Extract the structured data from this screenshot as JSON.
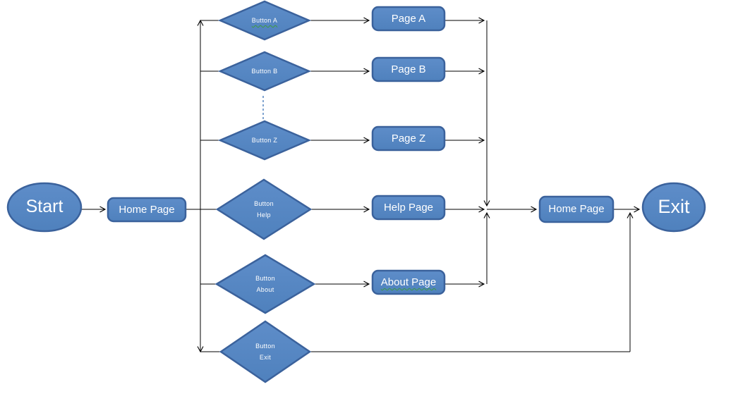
{
  "colors": {
    "shape_fill": "#4F81BD",
    "shape_fill_light": "#5E8DC9",
    "shape_border": "#3B629C",
    "connector": "#000000",
    "ellipsis_connector": "#4A7EBB",
    "spellcheck": "#3F9B3F",
    "shape_text": "#FFFFFF",
    "background": "#FFFFFF"
  },
  "diagram": {
    "nodes": {
      "start": {
        "label": "Start",
        "type": "terminator-ellipse"
      },
      "home_page_left": {
        "label": "Home Page",
        "type": "process-rounded-rect"
      },
      "button_a": {
        "label": "Button A",
        "type": "decision-diamond",
        "spellcheck_underline": true
      },
      "button_b": {
        "label": "Button B",
        "type": "decision-diamond"
      },
      "button_z": {
        "label": "Button Z",
        "type": "decision-diamond"
      },
      "button_help": {
        "label": "Button\nHelp",
        "type": "decision-diamond"
      },
      "button_about": {
        "label": "Button\nAbout",
        "type": "decision-diamond"
      },
      "button_exit": {
        "label": "Button\nExit",
        "type": "decision-diamond"
      },
      "page_a": {
        "label": "Page A",
        "type": "process-rounded-rect"
      },
      "page_b": {
        "label": "Page B",
        "type": "process-rounded-rect"
      },
      "page_z": {
        "label": "Page Z",
        "type": "process-rounded-rect"
      },
      "help_page": {
        "label": "Help Page",
        "type": "process-rounded-rect"
      },
      "about_page": {
        "label": "About Page",
        "type": "process-rounded-rect",
        "spellcheck_underline": true
      },
      "home_page_right": {
        "label": "Home Page",
        "type": "process-rounded-rect"
      },
      "exit": {
        "label": "Exit",
        "type": "terminator-ellipse"
      }
    },
    "ellipsis_connector_between": [
      "button_b",
      "button_z"
    ],
    "edges": [
      {
        "from": "start",
        "to": "home_page_left"
      },
      {
        "from": "home_page_left",
        "to": "button_a"
      },
      {
        "from": "home_page_left",
        "to": "button_b"
      },
      {
        "from": "home_page_left",
        "to": "button_z"
      },
      {
        "from": "home_page_left",
        "to": "button_help"
      },
      {
        "from": "home_page_left",
        "to": "button_about"
      },
      {
        "from": "home_page_left",
        "to": "button_exit"
      },
      {
        "from": "button_a",
        "to": "page_a"
      },
      {
        "from": "button_b",
        "to": "page_b"
      },
      {
        "from": "button_z",
        "to": "page_z"
      },
      {
        "from": "button_help",
        "to": "help_page"
      },
      {
        "from": "button_about",
        "to": "about_page"
      },
      {
        "from": "page_a",
        "to": "home_page_right"
      },
      {
        "from": "page_b",
        "to": "home_page_right"
      },
      {
        "from": "page_z",
        "to": "home_page_right"
      },
      {
        "from": "help_page",
        "to": "home_page_right"
      },
      {
        "from": "about_page",
        "to": "home_page_right"
      },
      {
        "from": "home_page_right",
        "to": "exit"
      },
      {
        "from": "button_exit",
        "to": "exit"
      }
    ]
  }
}
